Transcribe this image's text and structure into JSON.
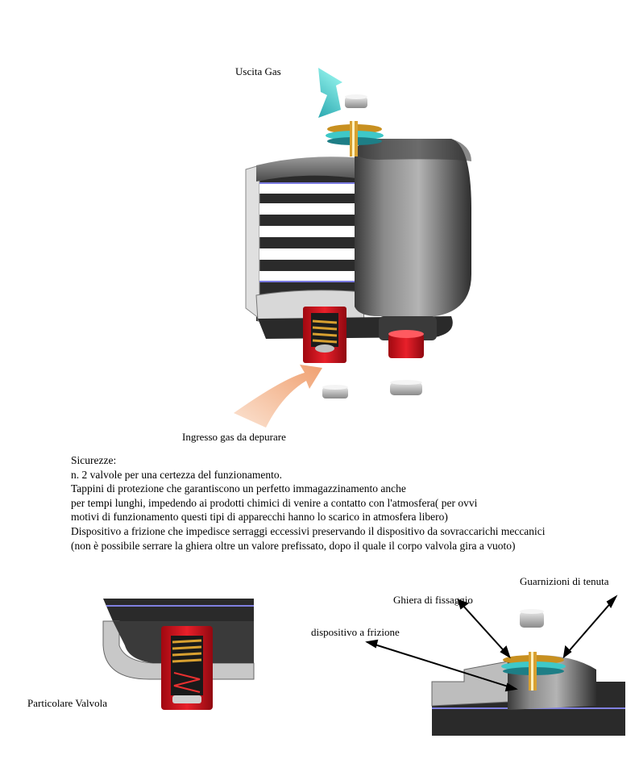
{
  "labels": {
    "gas_outlet": "Uscita Gas",
    "gas_inlet": "Ingresso gas da depurare",
    "valve_detail": "Particolare Valvola",
    "fixing_ring": "Ghiera di fissaggio",
    "seals": "Guarnizioni di tenuta",
    "friction_device": "dispositivo a frizione"
  },
  "description": {
    "heading": "Sicurezze:",
    "lines": [
      "n. 2 valvole per una certezza del funzionamento.",
      "Tappini di protezione che garantiscono un perfetto immagazzinamento anche",
      "per tempi lunghi, impedendo ai prodotti chimici di venire a contatto con l'atmosfera( per ovvi",
      "motivi di funzionamento questi tipi di apparecchi hanno lo scarico in atmosfera libero)",
      "Dispositivo a frizione che impedisce serraggi eccessivi preservando il dispositivo da sovraccarichi meccanici",
      "(non è possibile serrare la ghiera oltre un valore prefissato, dopo il quale il corpo valvola gira a vuoto)"
    ]
  },
  "colors": {
    "body_gray": "#6b6b6b",
    "dark": "#1a1a1a",
    "valve_red": "#d0101a",
    "spring_gold": "#c89020",
    "seal_cyan": "#3ec8c8",
    "outlet_arrow": "#40d8d0",
    "inlet_arrow": "#f3b58a"
  },
  "icons": [
    "outlet-arrow-icon",
    "inlet-arrow-icon",
    "pointer-arrow-icon"
  ]
}
